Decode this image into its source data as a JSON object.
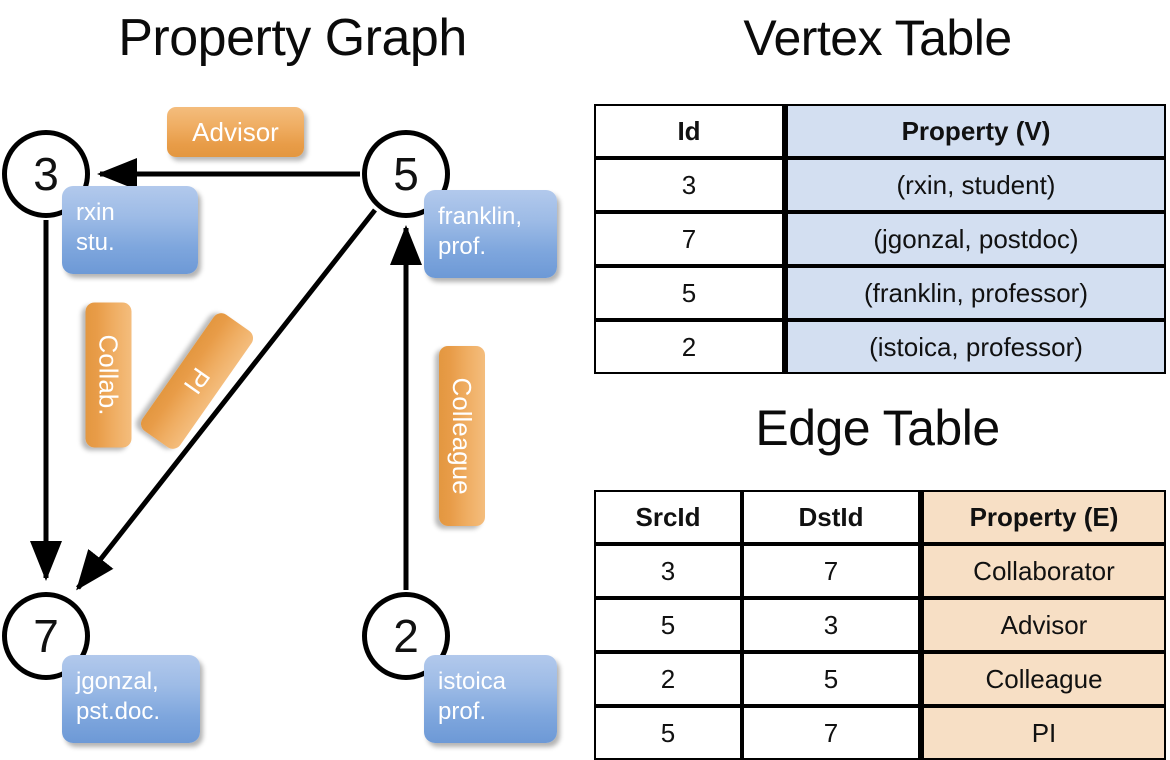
{
  "titles": {
    "property_graph": "Property Graph",
    "vertex_table": "Vertex Table",
    "edge_table": "Edge Table"
  },
  "graph": {
    "nodes": [
      {
        "id": "3",
        "label": "3",
        "property_line1": "rxin",
        "property_line2": "stu."
      },
      {
        "id": "5",
        "label": "5",
        "property_line1": "franklin,",
        "property_line2": "prof."
      },
      {
        "id": "7",
        "label": "7",
        "property_line1": "jgonzal,",
        "property_line2": "pst.doc."
      },
      {
        "id": "2",
        "label": "2",
        "property_line1": "istoica",
        "property_line2": "prof."
      }
    ],
    "edge_badges": [
      {
        "name": "advisor",
        "label": "Advisor"
      },
      {
        "name": "collab",
        "label": "Collab."
      },
      {
        "name": "pi",
        "label": "PI"
      },
      {
        "name": "colleague",
        "label": "Colleague"
      }
    ],
    "edges": [
      {
        "src": "5",
        "dst": "3",
        "label": "Advisor"
      },
      {
        "src": "3",
        "dst": "7",
        "label": "Collab."
      },
      {
        "src": "5",
        "dst": "7",
        "label": "PI"
      },
      {
        "src": "2",
        "dst": "5",
        "label": "Colleague"
      }
    ],
    "colors": {
      "vertex_bubble": "#7ea6dd",
      "edge_badge": "#efad62",
      "node_stroke": "#000000"
    }
  },
  "vertex_table": {
    "headers": [
      "Id",
      "Property (V)"
    ],
    "rows": [
      {
        "id": "3",
        "property": "(rxin, student)"
      },
      {
        "id": "7",
        "property": "(jgonzal, postdoc)"
      },
      {
        "id": "5",
        "property": "(franklin, professor)"
      },
      {
        "id": "2",
        "property": "(istoica, professor)"
      }
    ],
    "property_column_color": "#d3dff1"
  },
  "edge_table": {
    "headers": [
      "SrcId",
      "DstId",
      "Property (E)"
    ],
    "rows": [
      {
        "src": "3",
        "dst": "7",
        "property": "Collaborator"
      },
      {
        "src": "5",
        "dst": "3",
        "property": "Advisor"
      },
      {
        "src": "2",
        "dst": "5",
        "property": "Colleague"
      },
      {
        "src": "5",
        "dst": "7",
        "property": "PI"
      }
    ],
    "property_column_color": "#f7dfc5"
  }
}
